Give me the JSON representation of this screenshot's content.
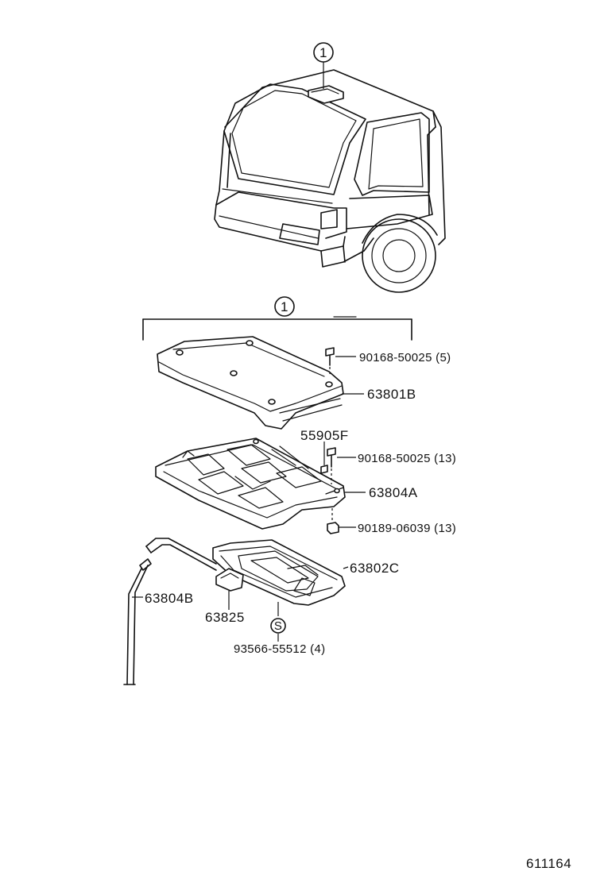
{
  "callouts": {
    "ref_top": "1",
    "ref_group": "1",
    "s_symbol": "S"
  },
  "parts": {
    "screw_top": "90168-50025 (5)",
    "cover": "63801B",
    "bracket": "55905F",
    "screw_mid": "90168-50025 (13)",
    "frame": "63804A",
    "nut": "90189-06039 (13)",
    "lower_panel": "63802C",
    "hose": "63804B",
    "clip": "63825",
    "screw_bottom": "93566-55512 (4)"
  },
  "diagram_id": "611164"
}
